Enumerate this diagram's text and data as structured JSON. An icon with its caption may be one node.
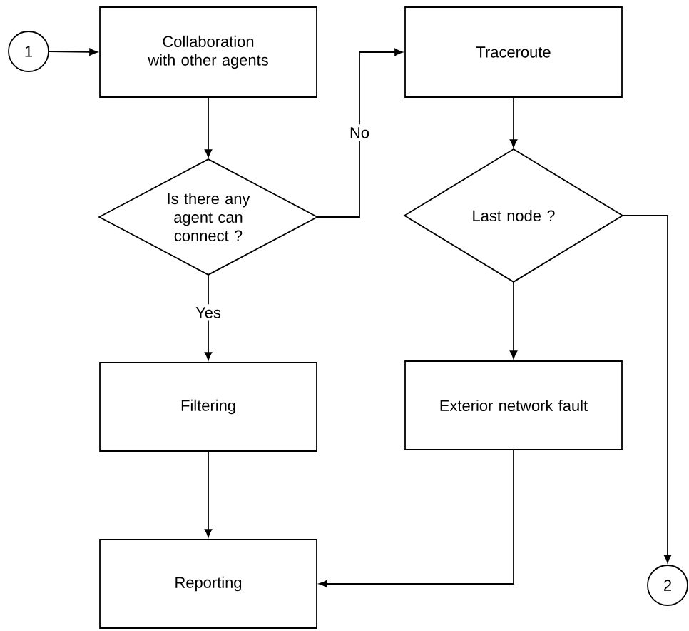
{
  "diagram": {
    "nodes": [
      {
        "text": [
          "1"
        ]
      },
      {
        "text": [
          "Collaboration with other agents"
        ]
      },
      {
        "text": [
          "Is there any agent can connect ?"
        ]
      },
      {
        "text": [
          "Traceroute"
        ]
      },
      {
        "text": [
          "Last node ?"
        ]
      },
      {
        "text": [
          "Filtering"
        ]
      },
      {
        "text": [
          "Exterior network fault"
        ]
      },
      {
        "text": [
          "Reporting"
        ]
      },
      {
        "text": [
          "2"
        ]
      }
    ],
    "edges": [
      {
        "from": 0,
        "to": 1,
        "arrow": "to"
      },
      {
        "from": 1,
        "to": 2,
        "arrow": "to"
      },
      {
        "from": 2,
        "to": 3,
        "arrow": "to",
        "label": "No"
      },
      {
        "from": 2,
        "to": 5,
        "arrow": "to",
        "label": "Yes"
      },
      {
        "from": 3,
        "to": 4,
        "arrow": "to"
      },
      {
        "from": 4,
        "to": 6,
        "arrow": "to"
      },
      {
        "from": 4,
        "to": 8,
        "arrow": "to"
      },
      {
        "from": 5,
        "to": 7,
        "arrow": "to"
      },
      {
        "from": 6,
        "to": 7,
        "arrow": "to"
      }
    ]
  }
}
